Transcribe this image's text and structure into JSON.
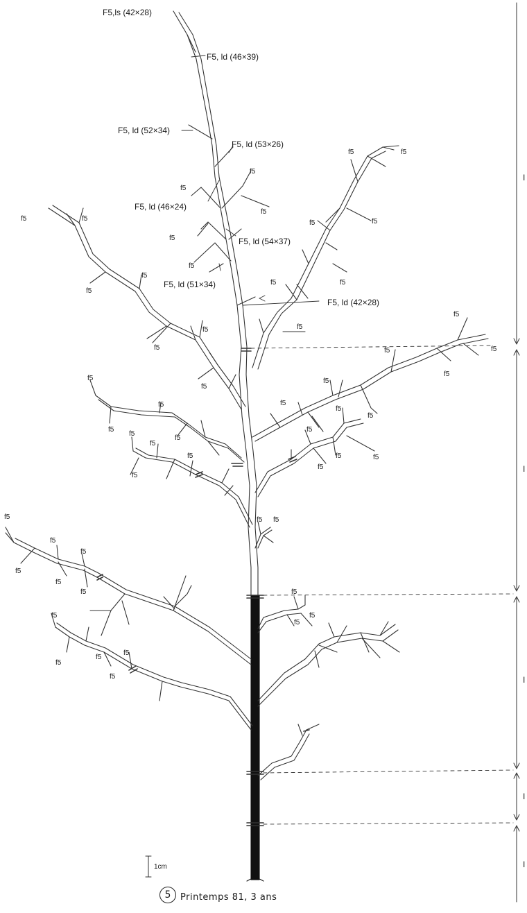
{
  "figure": {
    "number": "5",
    "caption": "Printemps 81, 3 ans",
    "scale_label": "1cm"
  },
  "annotations": [
    {
      "id": "a1",
      "text": "F5,ls (42×28)"
    },
    {
      "id": "a2",
      "text": "F5, ld (46×39)"
    },
    {
      "id": "a3",
      "text": "F5, ld (52×34)"
    },
    {
      "id": "a4",
      "text": "F5, ld (53×26)"
    },
    {
      "id": "a5",
      "text": "F5, ld (46×24)"
    },
    {
      "id": "a6",
      "text": "F5, ld (54×37)"
    },
    {
      "id": "a7",
      "text": "F5, ld (51×34)"
    },
    {
      "id": "a8",
      "text": "F5, ld (42×28)"
    }
  ],
  "small_label": "f5",
  "zones": [
    {
      "id": "z1",
      "label": "I"
    },
    {
      "id": "z2",
      "label": "I"
    },
    {
      "id": "z3",
      "label": "I"
    },
    {
      "id": "z4",
      "label": "I"
    },
    {
      "id": "z5",
      "label": "I"
    }
  ]
}
